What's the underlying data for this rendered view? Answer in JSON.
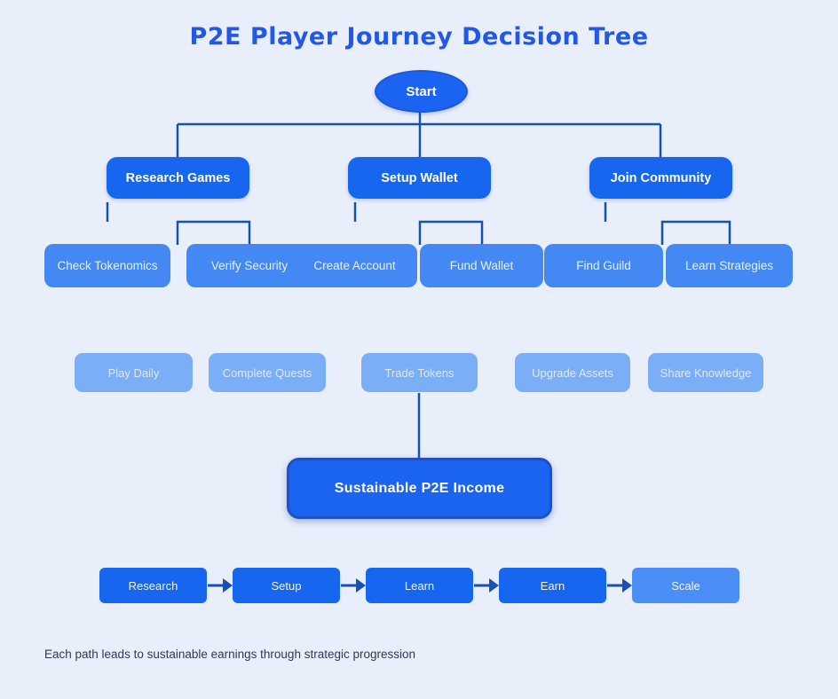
{
  "title": "P2E Player Journey Decision Tree",
  "start": {
    "label": "Start"
  },
  "level1": [
    {
      "label": "Research Games"
    },
    {
      "label": "Setup Wallet"
    },
    {
      "label": "Join Community"
    }
  ],
  "level2": [
    {
      "label": "Check Tokenomics"
    },
    {
      "label": "Verify Security"
    },
    {
      "label": "Create Account"
    },
    {
      "label": "Fund Wallet"
    },
    {
      "label": "Find Guild"
    },
    {
      "label": "Learn Strategies"
    }
  ],
  "level3": [
    {
      "label": "Play Daily"
    },
    {
      "label": "Complete Quests"
    },
    {
      "label": "Trade Tokens"
    },
    {
      "label": "Upgrade Assets"
    },
    {
      "label": "Share Knowledge"
    }
  ],
  "income": {
    "label": "Sustainable P2E Income"
  },
  "flow": [
    {
      "label": "Research"
    },
    {
      "label": "Setup"
    },
    {
      "label": "Learn"
    },
    {
      "label": "Earn"
    },
    {
      "label": "Scale"
    }
  ],
  "footer": "Each path leads to sustainable earnings through strategic progression",
  "colors": {
    "background": "#e9eefb",
    "title": "#2158e8",
    "primary_node": "#1766f0",
    "secondary_node": "#4489f3",
    "tertiary_node": "#7aaef7",
    "scale_node": "#4b8ef5",
    "connector": "#1552b0",
    "income_border": "#2150c4"
  }
}
